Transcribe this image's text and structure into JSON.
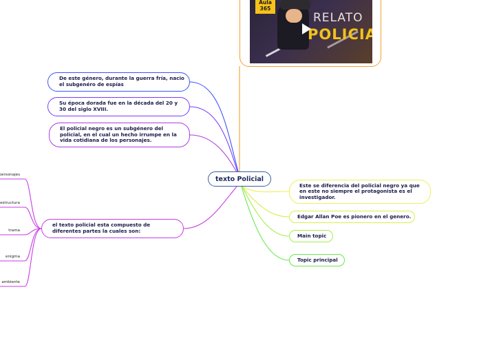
{
  "central": {
    "label": "texto Policial"
  },
  "left_topics": [
    {
      "id": "espias",
      "text": [
        "De este género, durante la guerra fría, nacio",
        "el subgenéro de espías"
      ],
      "color": "#3a52ff"
    },
    {
      "id": "epoca",
      "text": [
        "Su época dorada fue en la década del 20 y",
        "30 del siglo XVIII."
      ],
      "color": "#7a3aff"
    },
    {
      "id": "negro",
      "text": [
        "El policial negro es un subgénero del",
        "policial, en el cual un hecho irrumpe en la",
        "vida cotidiana de los personajes."
      ],
      "color": "#b03ae0"
    },
    {
      "id": "partes",
      "text": [
        "el texto policial esta compuesto de",
        "diferentes partes la cuales son:"
      ],
      "color": "#c83ae6"
    }
  ],
  "parts": [
    "personajes",
    "estructura",
    "trama",
    "enigma",
    "ambiente"
  ],
  "right_topics": [
    {
      "id": "diferencia",
      "text": [
        "Este se diferencia del policial negro ya que",
        "en este no siempre el protagonista es el",
        "investigador."
      ],
      "color": "#f0ee5a"
    },
    {
      "id": "poe",
      "text": [
        "Edgar Allan Poe es pionero en el genero."
      ],
      "color": "#d8ee4a"
    },
    {
      "id": "main",
      "text": [
        "Main topic"
      ],
      "color": "#a6ee4a"
    },
    {
      "id": "principal",
      "text": [
        "Topic principal"
      ],
      "color": "#66e84a"
    }
  ],
  "image": {
    "badge": [
      "Aula",
      "365"
    ],
    "title_line1": "RELATO",
    "title_line2": "POLICIAL",
    "frame_color": "#f0a030"
  },
  "colors": {
    "central_border": "#3a5fa0",
    "image_branch": "#f0a030"
  }
}
